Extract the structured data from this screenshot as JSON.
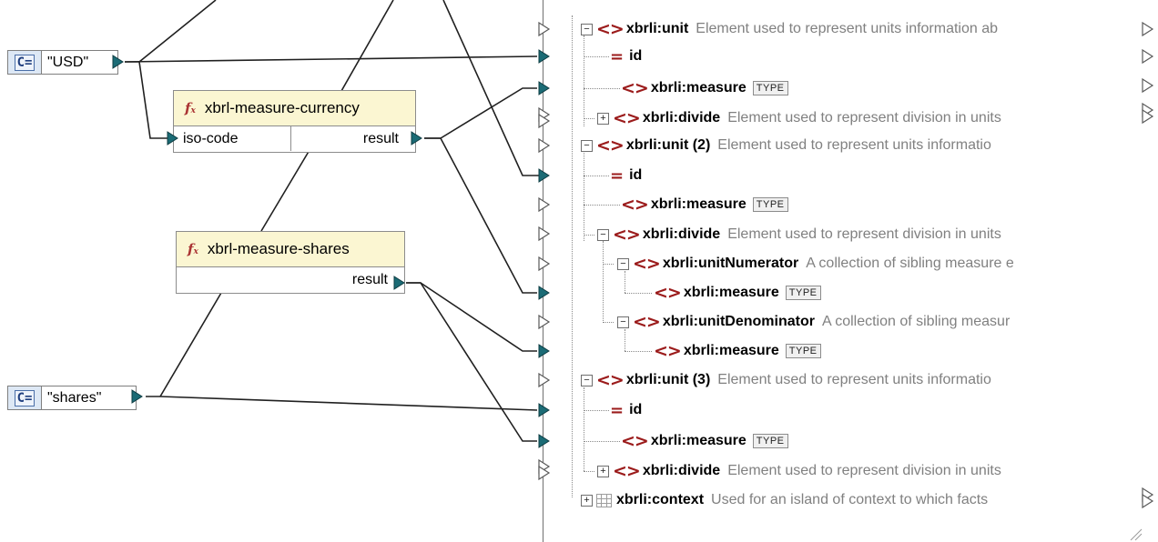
{
  "constants": [
    {
      "icon": "C=",
      "value": "\"USD\""
    },
    {
      "icon": "C=",
      "value": "\"shares\""
    }
  ],
  "functions": [
    {
      "name": "xbrl-measure-currency",
      "input": "iso-code",
      "output": "result"
    },
    {
      "name": "xbrl-measure-shares",
      "output": "result"
    }
  ],
  "tree": [
    {
      "name": "xbrli:unit",
      "desc": "Element used to represent units information ab"
    },
    {
      "name": "id"
    },
    {
      "name": "xbrli:measure",
      "badge": "TYPE"
    },
    {
      "name": "xbrli:divide",
      "desc": "Element used to represent division in units"
    },
    {
      "name": "xbrli:unit (2)",
      "desc": "Element used to represent units informatio"
    },
    {
      "name": "id"
    },
    {
      "name": "xbrli:measure",
      "badge": "TYPE"
    },
    {
      "name": "xbrli:divide",
      "desc": "Element used to represent division in units"
    },
    {
      "name": "xbrli:unitNumerator",
      "desc": "A collection of sibling measure e"
    },
    {
      "name": "xbrli:measure",
      "badge": "TYPE"
    },
    {
      "name": "xbrli:unitDenominator",
      "desc": "A collection of sibling measur"
    },
    {
      "name": "xbrli:measure",
      "badge": "TYPE"
    },
    {
      "name": "xbrli:unit (3)",
      "desc": "Element used to represent units informatio"
    },
    {
      "name": "id"
    },
    {
      "name": "xbrli:measure",
      "badge": "TYPE"
    },
    {
      "name": "xbrli:divide",
      "desc": "Element used to represent division in units"
    },
    {
      "name": "xbrli:context",
      "desc": "Used for an island of context to which facts"
    }
  ],
  "colors": {
    "port_filled": "#1b6b75",
    "function_header": "#fbf6d2",
    "element_icon": "#9b1b1b",
    "wire": "#202020"
  }
}
